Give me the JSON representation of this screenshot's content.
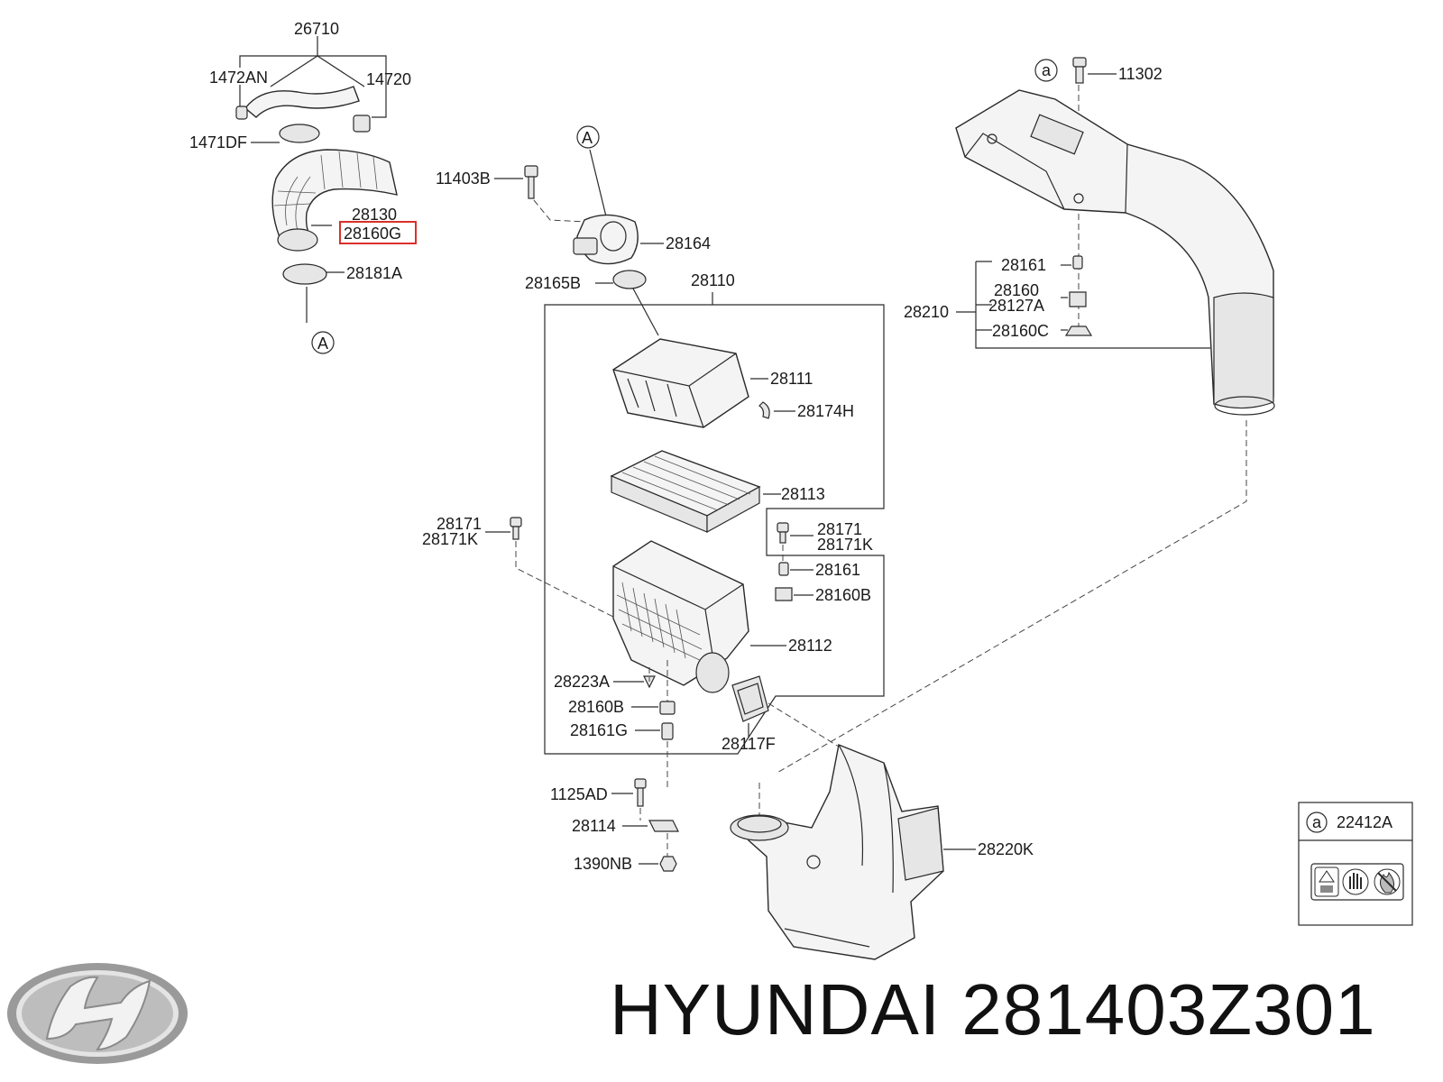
{
  "callouts": {
    "c26710": "26710",
    "c1472AN": "1472AN",
    "c14720": "14720",
    "c1471DF": "1471DF",
    "c28130": "28130",
    "c28160G": "28160G",
    "c28181A": "28181A",
    "refA1": "A",
    "refA2": "A",
    "c11403B": "11403B",
    "c28164": "28164",
    "c28165B": "28165B",
    "c28110": "28110",
    "c28111": "28111",
    "c28174H": "28174H",
    "c28113": "28113",
    "c28171_left": "28171",
    "c28171K_left": "28171K",
    "c28171_right": "28171",
    "c28171K_right": "28171K",
    "c28161_mid": "28161",
    "c28160B_right": "28160B",
    "c28112": "28112",
    "c28223A": "28223A",
    "c28160B_low": "28160B",
    "c28161G": "28161G",
    "c28117F": "28117F",
    "c1125AD": "1125AD",
    "c28114": "28114",
    "c1390NB": "1390NB",
    "c28220K": "28220K",
    "refa_top": "a",
    "c11302": "11302",
    "c28161_top": "28161",
    "c28160_top": "28160",
    "c28127A": "28127A",
    "c28210": "28210",
    "c28160C": "28160C",
    "refa_box": "a",
    "c22412A": "22412A"
  },
  "highlight": {
    "part": "28160G",
    "color": "#d9302c"
  },
  "brand": {
    "logo": "hyundai-logo",
    "text": "HYUNDAI 281403Z301"
  },
  "icons": [
    "warning-icon",
    "hand-stop-icon",
    "no-fire-icon"
  ]
}
